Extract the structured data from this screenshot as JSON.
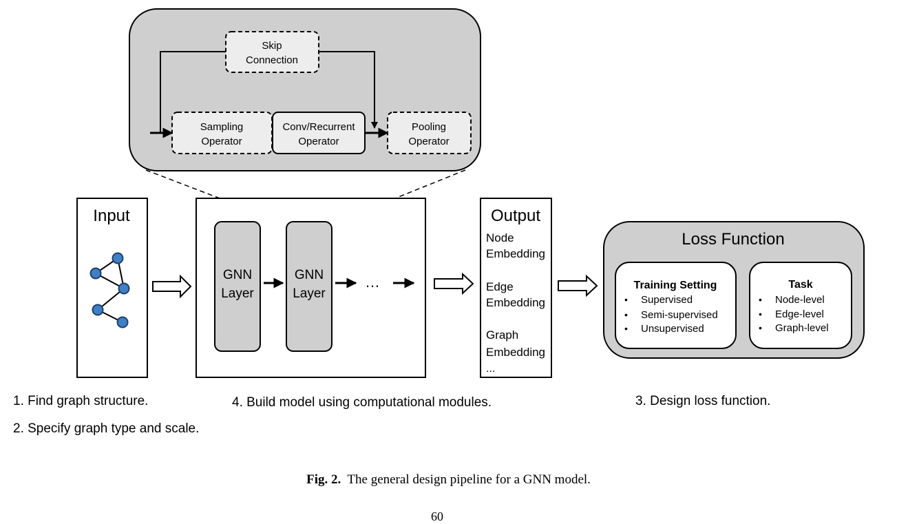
{
  "module_panel": {
    "skip_connection": [
      "Skip",
      "Connection"
    ],
    "sampling_operator": [
      "Sampling",
      "Operator"
    ],
    "conv_recurrent_operator": [
      "Conv/Recurrent",
      "Operator"
    ],
    "pooling_operator": [
      "Pooling",
      "Operator"
    ]
  },
  "input_box": {
    "title": "Input"
  },
  "model_box": {
    "layer1": [
      "GNN",
      "Layer"
    ],
    "layer2": [
      "GNN",
      "Layer"
    ],
    "ellipsis": "…"
  },
  "output_box": {
    "title": "Output",
    "node": [
      "Node",
      "Embedding"
    ],
    "edge": [
      "Edge",
      "Embedding"
    ],
    "graph": [
      "Graph",
      "Embedding"
    ],
    "more": "..."
  },
  "loss_box": {
    "title": "Loss Function",
    "training": {
      "heading": "Training Setting",
      "items": [
        "Supervised",
        "Semi-supervised",
        "Unsupervised"
      ]
    },
    "task": {
      "heading": "Task",
      "items": [
        "Node-level",
        "Edge-level",
        "Graph-level"
      ]
    }
  },
  "steps": {
    "step1": "1. Find graph structure.",
    "step2": "2. Specify graph type and scale.",
    "step4": "4. Build model using computational modules.",
    "step3": "3. Design loss function."
  },
  "caption": {
    "label": "Fig. 2.",
    "text": "The general design pipeline for a GNN model."
  },
  "page_number": "60",
  "colors": {
    "panel_fill": "#d0cfcf",
    "node_fill": "#3f7fc6",
    "node_stroke": "#1f3f6b"
  }
}
